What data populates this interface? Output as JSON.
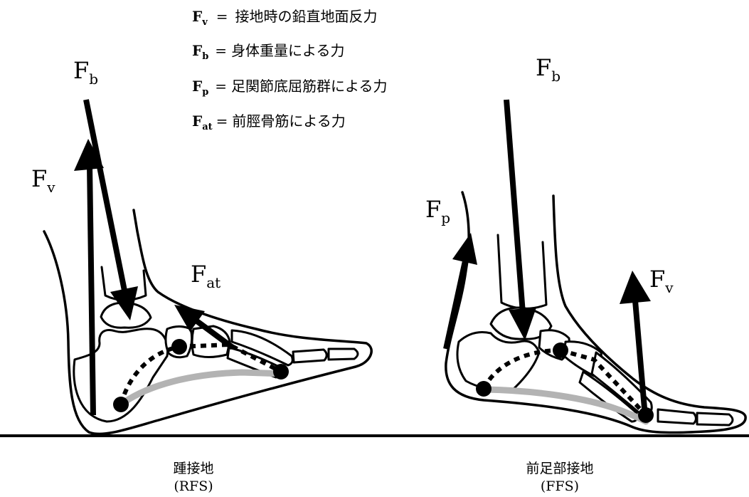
{
  "legend": [
    {
      "symbol": "F",
      "sub": "v",
      "eq": "=",
      "desc": "接地時の鉛直地面反力"
    },
    {
      "symbol": "F",
      "sub": "b",
      "eq": "=",
      "desc": "身体重量による力"
    },
    {
      "symbol": "F",
      "sub": "p",
      "eq": "=",
      "desc": "足関節底屈筋群による力"
    },
    {
      "symbol": "F",
      "sub": "at",
      "eq": "=",
      "desc": "前脛骨筋による力"
    }
  ],
  "rfs": {
    "caption": "踵接地",
    "abbr": "(RFS)",
    "labels": {
      "fb": {
        "symbol": "F",
        "sub": "b"
      },
      "fv": {
        "symbol": "F",
        "sub": "v"
      },
      "fat": {
        "symbol": "F",
        "sub": "at"
      }
    }
  },
  "ffs": {
    "caption": "前足部接地",
    "abbr": "(FFS)",
    "labels": {
      "fb": {
        "symbol": "F",
        "sub": "b"
      },
      "fp": {
        "symbol": "F",
        "sub": "p"
      },
      "fv": {
        "symbol": "F",
        "sub": "v"
      }
    }
  },
  "colors": {
    "ink": "#000000",
    "fascia": "#b3b3b3",
    "bone": "#ffffff",
    "background": "#ffffff"
  }
}
